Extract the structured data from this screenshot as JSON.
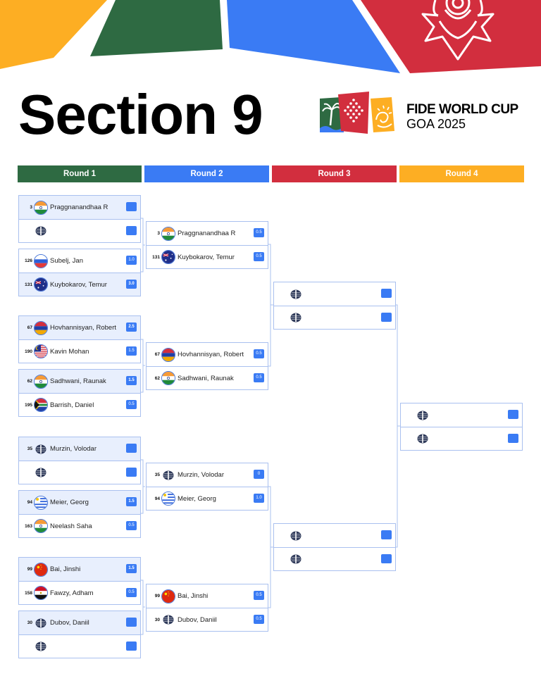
{
  "page": {
    "title": "Section 9",
    "logo": {
      "line1": "FIDE WORLD CUP",
      "line2": "GOA 2025"
    }
  },
  "colors": {
    "green": "#2e6a42",
    "blue": "#3a7bf4",
    "red": "#d22e3e",
    "yellow": "#fdae23",
    "border": "#a9c0ef",
    "winner_bg": "#e8effd"
  },
  "rounds": [
    {
      "label": "Round 1",
      "color": "#2e6a42"
    },
    {
      "label": "Round 2",
      "color": "#3a7bf4"
    },
    {
      "label": "Round 3",
      "color": "#d22e3e"
    },
    {
      "label": "Round 4",
      "color": "#fdae23"
    }
  ],
  "round1": [
    {
      "a": {
        "seed": "3",
        "name": "Praggnanandhaa R",
        "flag": "india-flag-icon",
        "score": ""
      },
      "b": {
        "seed": "",
        "name": "",
        "flag": "fide-logo-icon",
        "score": ""
      }
    },
    {
      "a": {
        "seed": "126",
        "name": "Subelj, Jan",
        "flag": "slovenia-flag-icon",
        "score": "1.0"
      },
      "b": {
        "seed": "131",
        "name": "Kuybokarov, Temur",
        "flag": "australia-flag-icon",
        "score": "3.0"
      }
    },
    {
      "a": {
        "seed": "67",
        "name": "Hovhannisyan, Robert",
        "flag": "armenia-flag-icon",
        "score": "2.5"
      },
      "b": {
        "seed": "190",
        "name": "Kavin Mohan",
        "flag": "malaysia-flag-icon",
        "score": "1.5"
      }
    },
    {
      "a": {
        "seed": "62",
        "name": "Sadhwani, Raunak",
        "flag": "india-flag-icon",
        "score": "1.5"
      },
      "b": {
        "seed": "195",
        "name": "Barrish, Daniel",
        "flag": "south-africa-flag-icon",
        "score": "0.5"
      }
    },
    {
      "a": {
        "seed": "35",
        "name": "Murzin, Volodar",
        "flag": "fide-logo-icon",
        "score": ""
      },
      "b": {
        "seed": "",
        "name": "",
        "flag": "fide-logo-icon",
        "score": ""
      }
    },
    {
      "a": {
        "seed": "94",
        "name": "Meier, Georg",
        "flag": "uruguay-flag-icon",
        "score": "1.5"
      },
      "b": {
        "seed": "163",
        "name": "Neelash Saha",
        "flag": "india-flag-icon",
        "score": "0.5"
      }
    },
    {
      "a": {
        "seed": "99",
        "name": "Bai, Jinshi",
        "flag": "china-flag-icon",
        "score": "1.5"
      },
      "b": {
        "seed": "158",
        "name": "Fawzy, Adham",
        "flag": "egypt-flag-icon",
        "score": "0.5"
      }
    },
    {
      "a": {
        "seed": "30",
        "name": "Dubov, Daniil",
        "flag": "fide-logo-icon",
        "score": ""
      },
      "b": {
        "seed": "",
        "name": "",
        "flag": "fide-logo-icon",
        "score": ""
      }
    }
  ],
  "round2": [
    {
      "a": {
        "seed": "3",
        "name": "Praggnanandhaa R",
        "flag": "india-flag-icon",
        "score": "0.5"
      },
      "b": {
        "seed": "131",
        "name": "Kuybokarov, Temur",
        "flag": "australia-flag-icon",
        "score": "0.5"
      }
    },
    {
      "a": {
        "seed": "67",
        "name": "Hovhannisyan, Robert",
        "flag": "armenia-flag-icon",
        "score": "0.5"
      },
      "b": {
        "seed": "62",
        "name": "Sadhwani, Raunak",
        "flag": "india-flag-icon",
        "score": "0.5"
      }
    },
    {
      "a": {
        "seed": "35",
        "name": "Murzin, Volodar",
        "flag": "fide-logo-icon",
        "score": "0"
      },
      "b": {
        "seed": "94",
        "name": "Meier, Georg",
        "flag": "uruguay-flag-icon",
        "score": "1.0"
      }
    },
    {
      "a": {
        "seed": "99",
        "name": "Bai, Jinshi",
        "flag": "china-flag-icon",
        "score": "0.5"
      },
      "b": {
        "seed": "30",
        "name": "Dubov, Daniil",
        "flag": "fide-logo-icon",
        "score": "0.5"
      }
    }
  ],
  "round3": [
    {
      "a": {
        "seed": "",
        "name": "",
        "flag": "fide-logo-icon",
        "score": ""
      },
      "b": {
        "seed": "",
        "name": "",
        "flag": "fide-logo-icon",
        "score": ""
      }
    },
    {
      "a": {
        "seed": "",
        "name": "",
        "flag": "fide-logo-icon",
        "score": ""
      },
      "b": {
        "seed": "",
        "name": "",
        "flag": "fide-logo-icon",
        "score": ""
      }
    }
  ],
  "round4": [
    {
      "a": {
        "seed": "",
        "name": "",
        "flag": "fide-logo-icon",
        "score": ""
      },
      "b": {
        "seed": "",
        "name": "",
        "flag": "fide-logo-icon",
        "score": ""
      }
    }
  ]
}
